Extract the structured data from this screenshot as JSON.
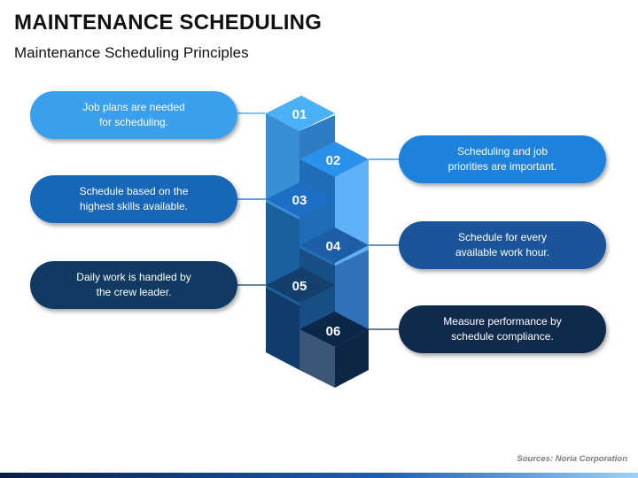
{
  "title": "MAINTENANCE SCHEDULING",
  "subtitle": "Maintenance Scheduling Principles",
  "steps": [
    {
      "num": "01",
      "text": "Job plans are needed\nfor scheduling.",
      "color": "#3aa0ee"
    },
    {
      "num": "02",
      "text": "Scheduling and job\npriorities are important.",
      "color": "#1c82dc"
    },
    {
      "num": "03",
      "text": "Schedule based on the\nhighest skills available.",
      "color": "#1766b8"
    },
    {
      "num": "04",
      "text": "Schedule for every\navailable work hour.",
      "color": "#1a5599"
    },
    {
      "num": "05",
      "text": "Daily work is handled by\nthe crew leader.",
      "color": "#113a62"
    },
    {
      "num": "06",
      "text": "Measure performance by\nschedule compliance.",
      "color": "#0f2a4c"
    }
  ],
  "source": "Sources: Noria Corporation"
}
